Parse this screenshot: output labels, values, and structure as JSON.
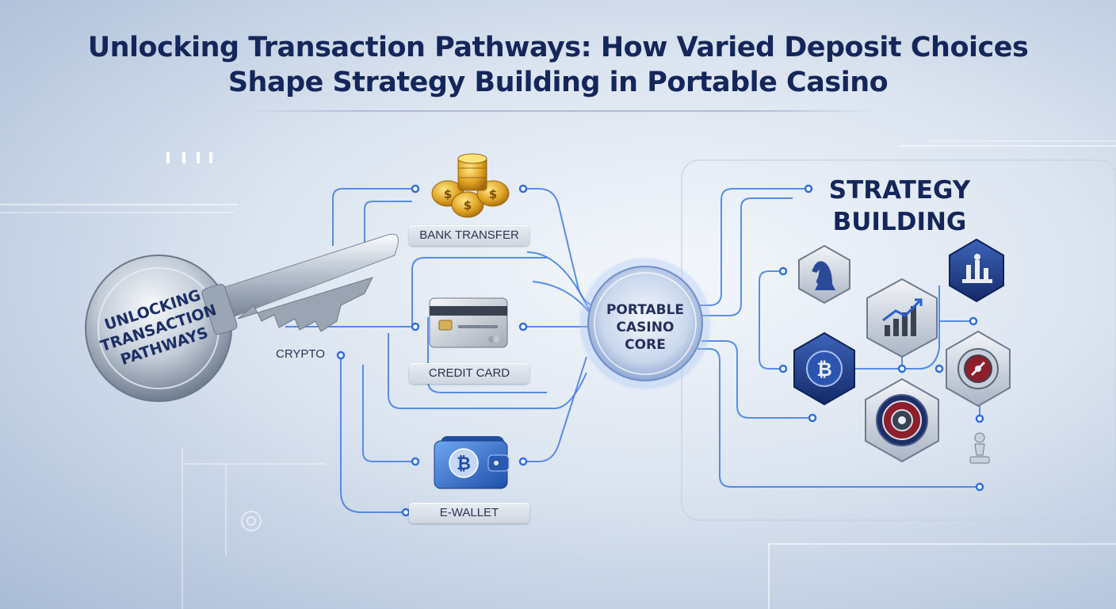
{
  "header": {
    "title_line1": "Unlocking Transaction Pathways: How Varied Deposit Choices",
    "title_line2": "Shape Strategy Building in Portable Casino"
  },
  "key": {
    "label_line1": "UNLOCKING",
    "label_line2": "TRANSACTION",
    "label_line3": "PATHWAYS"
  },
  "deposit_methods": [
    {
      "label": "BANK TRANSFER",
      "icon": "gold-coins-icon"
    },
    {
      "label": "CREDIT CARD",
      "icon": "credit-card-icon"
    },
    {
      "label": "CRYPTO",
      "icon": "none"
    },
    {
      "label": "E-WALLET",
      "icon": "bitcoin-wallet-icon"
    }
  ],
  "core": {
    "label": "PORTABLE\nCASINO\nCORE"
  },
  "strategy": {
    "title": "STRATEGY\nBUILDING",
    "icons": [
      "chess-knight-icon",
      "chess-pieces-icon",
      "growth-chart-icon",
      "bitcoin-icon",
      "compass-icon",
      "roulette-wheel-icon",
      "chess-pawn-icon"
    ]
  },
  "colors": {
    "navy": "#14265a",
    "accent_blue": "#2f6fe0",
    "glow_blue": "#7fb2ff"
  }
}
